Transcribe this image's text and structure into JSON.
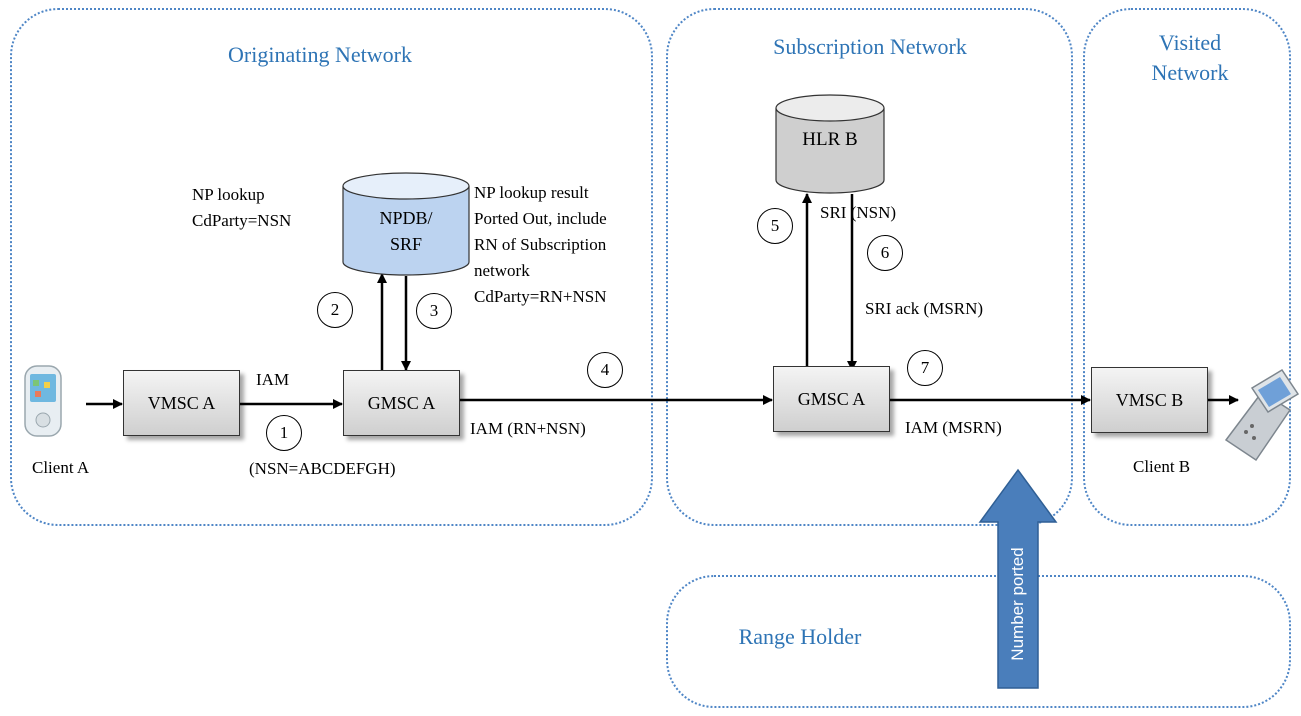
{
  "regions": {
    "originating": "Originating Network",
    "subscription": "Subscription Network",
    "visited": "Visited Network",
    "range_holder": "Range Holder"
  },
  "nodes": {
    "vmsc_a": "VMSC A",
    "gmsc_a_orig": "GMSC A",
    "gmsc_a_sub": "GMSC A",
    "vmsc_b": "VMSC B",
    "npdb_line1": "NPDB/",
    "npdb_line2": "SRF",
    "hlr_b": "HLR B"
  },
  "clients": {
    "client_a": "Client A",
    "client_b": "Client B"
  },
  "labels": {
    "iam": "IAM",
    "nsn": "(NSN=ABCDEFGH)",
    "np_lookup_1": "NP lookup",
    "np_lookup_2": "CdParty=NSN",
    "np_result_1": "NP lookup result",
    "np_result_2": "Ported Out, include",
    "np_result_3": "RN of Subscription",
    "np_result_4": "network",
    "np_result_5": "CdParty=RN+NSN",
    "iam_rn_nsn": "IAM (RN+NSN)",
    "sri_nsn": "SRI (NSN)",
    "sri_ack": "SRI ack (MSRN)",
    "iam_msrn": "IAM (MSRN)",
    "number_ported": "Number ported"
  },
  "steps": [
    "1",
    "2",
    "3",
    "4",
    "5",
    "6",
    "7"
  ],
  "colors": {
    "region_border": "#4f86c6",
    "region_title": "#2e74b5",
    "ported_arrow": "#4a7ebb",
    "npdb_fill": "#bcd3f0",
    "hlr_fill": "#cfcfcf"
  }
}
